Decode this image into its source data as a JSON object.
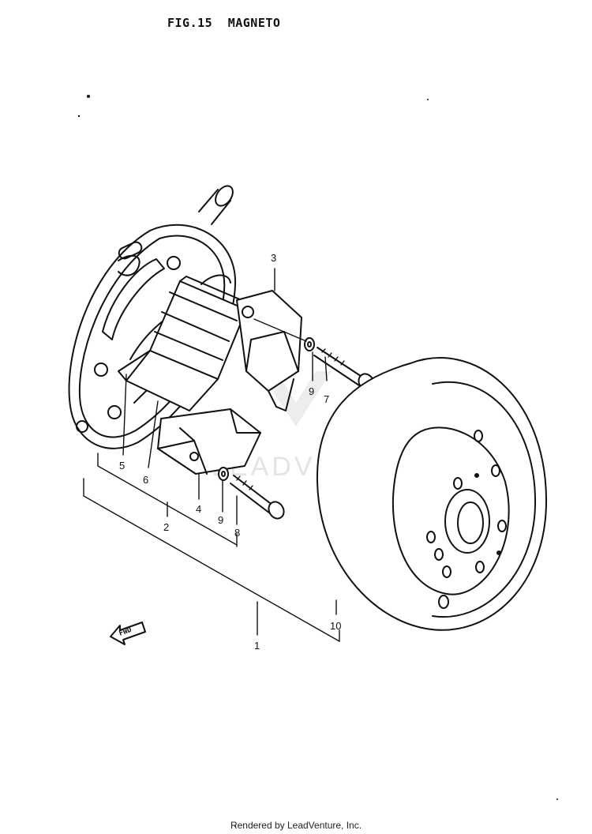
{
  "figure": {
    "label": "FIG.15",
    "name": "MAGNETO"
  },
  "callouts": {
    "p1": "1",
    "p2": "2",
    "p3": "3",
    "p4": "4",
    "p5": "5",
    "p6": "6",
    "p7": "7",
    "p8": "8",
    "p9a": "9",
    "p9b": "9",
    "p10": "10"
  },
  "fwd_label": "FWD",
  "watermark": "LEADVENTURE",
  "footer": {
    "credit": "Rendered by LeadVenture, Inc."
  },
  "colors": {
    "ink": "#111111",
    "watermark": "#cfcfcf",
    "background": "#ffffff"
  }
}
